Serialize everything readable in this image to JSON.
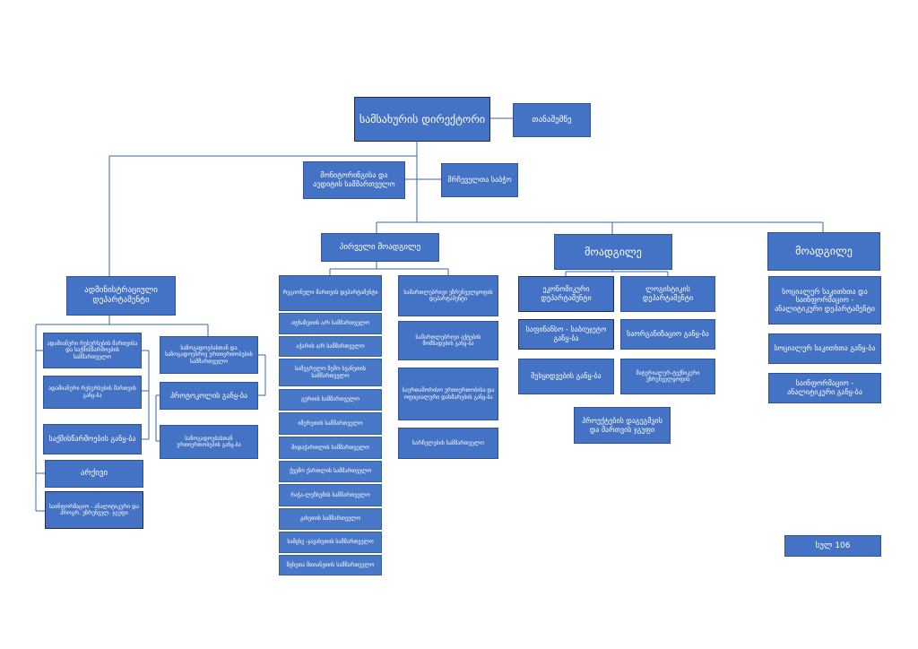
{
  "director": "სამსახურის დირექტორი",
  "assistant": "თანაშემწე",
  "monitoring_audit": "მონიტორინგისა და აუდიტის სამმართველო",
  "defender": "მრჩეველთა საბჭო",
  "first_deputy": "პირველი მოადგილე",
  "deputy_1": "მოადგილე",
  "deputy_2": "მოადგილე",
  "admin_dept": {
    "title": "ადმინისტრაციული დეპარტამენტი",
    "hr": "ადამიანური რესურსების მართვისა და საქმისწარმოების სამმართველო",
    "hr_div": "ადამიანური რესურსების მართვის განყ-ბა",
    "records": "საქმისწარმოების განყ-ბა",
    "archive": "არქივი",
    "analytics": "საინფორმაციო - ანალიტიკური და პროგრ. უზრუნველ. ჯგუფი",
    "pr": "საზოგადოებასთან და საზოგადოებრივ ურთიერთობების სამმართველო",
    "protocol": "პროტოკოლის განყ-ბა",
    "public_rel": "საზოგადოებასთან ურთიერთობების განყ-ბა"
  },
  "regional": {
    "title": "რეგიონული მართვის დეპარტამენტი",
    "units": [
      "აფხაზეთის ა/რ სამმართველო",
      "აჭარის ა/რ სამმართველო",
      "სამეგრელო ზემო სვანეთის სამმართველო",
      "გურიის სამმართველო",
      "იმერეთის სამმართველო",
      "შიდაქართლის სამმართველო",
      "ქვემო ქართლის სამმართველო",
      "რაჭა-ლეჩხუმის სამმართველო",
      "კახეთის სამმართველო",
      "სამცხე -ჯავახეთის სამმართველო",
      "მცხეთა მთიანეთის სამმართველო"
    ]
  },
  "legal": {
    "title": "სამართლებრივი უზრუნველყოფის დეპარტამენტი",
    "acts": "სამართლებრივი აქტების მომზადების განყ-ბა",
    "international": "საერთაშორისო ურთიერთობისა და ოფიციალური დახმარების განყ-ბა",
    "claims": "სარჩელების სამმართველო"
  },
  "economic": {
    "title": "ეკონომიკური დეპარტამენტი",
    "finance": "საფინანსო - საბიუჯეტო განყ-ბა",
    "procurement": "შესყიდვების განყ-ბა"
  },
  "logistics": {
    "title": "ლოგისტიკის დეპარტამენტი",
    "org": "საორგანიზაციო განყ-ბა",
    "material": "მატერიალურ-ტექნიკური უზრუნველყოფის"
  },
  "projects": "პროექტების დაგეგმვის და მართვის ჯგუფი",
  "social": {
    "title": "სოციალურ საკითხთა და საინფორმაციო - ანალიტიკური დეპარტამენტი",
    "issues": "სოციალურ საკითხთა განყ-ბა",
    "analytics": "საინფორმაციო - ანალიტიკური განყ-ბა"
  },
  "staff_count": "სულ 106"
}
